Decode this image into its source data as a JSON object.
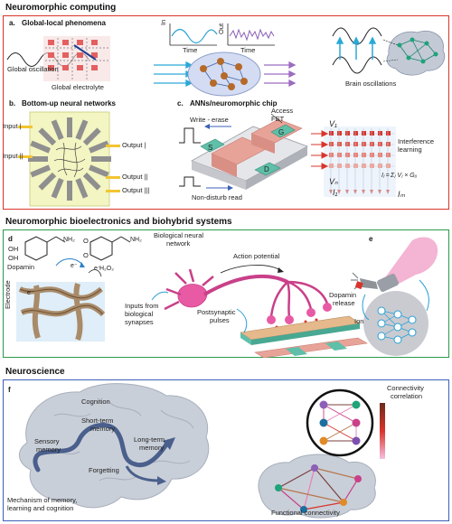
{
  "sections": {
    "neuromorphic_computing": "Neuromorphic computing",
    "bioelectronics": "Neuromorphic bioelectronics and biohybrid systems",
    "neuroscience": "Neuroscience"
  },
  "panel_a": {
    "letter": "a.",
    "title": "Global-local phenomena",
    "global_oscillation": "Global oscillation",
    "global_electrolyte": "Global electrolyte",
    "in_label": "In",
    "out_label": "Out",
    "time_label": "Time",
    "time_label_2": "Time",
    "brain_oscillations": "Brain oscillations"
  },
  "panel_b": {
    "letter": "b.",
    "title": "Bottom-up neural networks",
    "input_1": "Input |",
    "input_2": "Input ||",
    "output_1": "Output |",
    "output_2": "Output ||",
    "output_3": "Output |||"
  },
  "panel_c": {
    "letter": "c.",
    "title": "ANNs/neuromorphic chip",
    "write_erase": "Write - erase",
    "access": "Access",
    "fet": "FET",
    "s": "S",
    "g": "G",
    "d": "D",
    "non_disturb": "Non-disturb read",
    "v1": "V₁",
    "vn": "Vₙ",
    "i1": "I₁",
    "im": "Iₘ",
    "interference": "Interference",
    "learning": "learning",
    "equation": "Iⱼ = Σⱼ Vⱼ × Gᵢⱼ"
  },
  "panel_d": {
    "letter": "d",
    "dopamin": "Dopamin",
    "electrode": "Electrode",
    "bio_network_1": "Biological neural",
    "bio_network_2": "network",
    "action_potential": "Action potential",
    "inputs_1": "Inputs from",
    "inputs_2": "biological",
    "inputs_3": "synapses",
    "postsynaptic_1": "Postsynaptic",
    "postsynaptic_2": "pulses",
    "dopamin_release_1": "Dopamin",
    "dopamin_release_2": "release",
    "ion_flow": "Ion flow",
    "oh1": "OH",
    "oh2": "OH",
    "nh2a": "NH₂",
    "nh2b": "NH₂",
    "o1": "O",
    "o2": "O",
    "h2o2": "H₂O₂",
    "e1": "e⁻",
    "e2": "e⁻",
    "e3": "e⁻"
  },
  "panel_e": {
    "letter": "e"
  },
  "panel_f": {
    "letter": "f",
    "cognition": "Cognition",
    "short_term_1": "Short-term",
    "short_term_2": "memory",
    "sensory_1": "Sensory",
    "sensory_2": "memory",
    "long_term_1": "Long-term",
    "long_term_2": "memory",
    "forgetting": "Forgetting",
    "mechanism_1": "Mechanism of memory,",
    "mechanism_2": "learning and cognition",
    "connectivity_1": "Connectivity",
    "connectivity_2": "correlation",
    "functional": "Functional connectivity"
  },
  "colors": {
    "red_border": "#d9342b",
    "green_border": "#2e9a4a",
    "blue_border": "#3b5fb8",
    "teal": "#5fbfa8",
    "brain_gray": "#c9cfd8",
    "neuron_pink": "#e85aa4",
    "chip_pink": "#e8a398",
    "arrow_cyan": "#2aa9d8"
  }
}
